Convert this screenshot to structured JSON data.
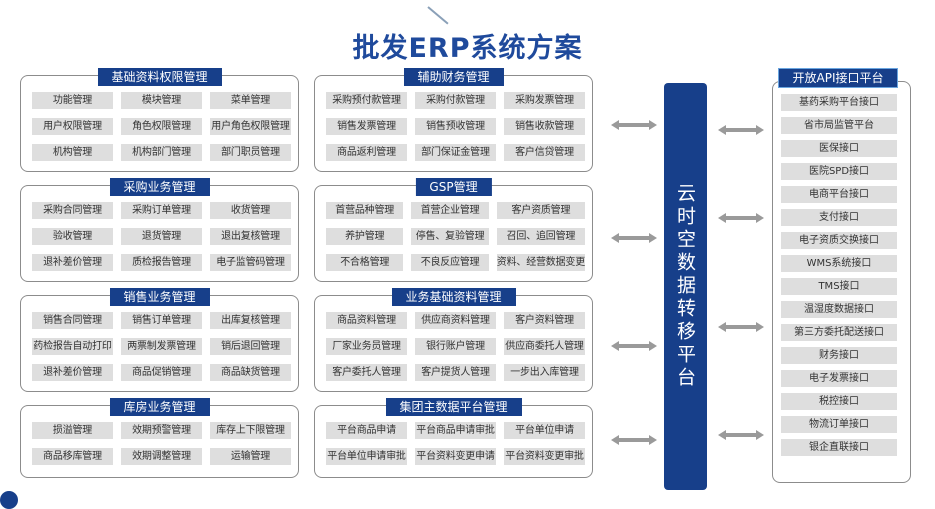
{
  "title": "批发ERP系统方案",
  "left_panels": [
    {
      "header": "基础资料权限管理",
      "items": [
        "功能管理",
        "模块管理",
        "菜单管理",
        "用户权限管理",
        "角色权限管理",
        "用户角色权限管理",
        "机构管理",
        "机构部门管理",
        "部门职员管理"
      ]
    },
    {
      "header": "采购业务管理",
      "items": [
        "采购合同管理",
        "采购订单管理",
        "收货管理",
        "验收管理",
        "退货管理",
        "退出复核管理",
        "退补差价管理",
        "质检报告管理",
        "电子监管码管理"
      ]
    },
    {
      "header": "销售业务管理",
      "items": [
        "销售合同管理",
        "销售订单管理",
        "出库复核管理",
        "药检报告自动打印",
        "两票制发票管理",
        "销后退回管理",
        "退补差价管理",
        "商品促销管理",
        "商品缺货管理"
      ]
    },
    {
      "header": "库房业务管理",
      "items": [
        "损溢管理",
        "效期预警管理",
        "库存上下限管理",
        "商品移库管理",
        "效期调整管理",
        "运输管理"
      ]
    }
  ],
  "mid_panels": [
    {
      "header": "辅助财务管理",
      "items": [
        "采购预付款管理",
        "采购付款管理",
        "采购发票管理",
        "销售发票管理",
        "销售预收管理",
        "销售收款管理",
        "商品返利管理",
        "部门保证金管理",
        "客户信贷管理"
      ]
    },
    {
      "header": "GSP管理",
      "items": [
        "首营品种管理",
        "首营企业管理",
        "客户资质管理",
        "养护管理",
        "停售、复验管理",
        "召回、追回管理",
        "不合格管理",
        "不良反应管理",
        "资料、经营数据变更"
      ]
    },
    {
      "header": "业务基础资料管理",
      "items": [
        "商品资料管理",
        "供应商资料管理",
        "客户资料管理",
        "厂家业务员管理",
        "银行账户管理",
        "供应商委托人管理",
        "客户委托人管理",
        "客户提货人管理",
        "一步出入库管理"
      ]
    },
    {
      "header": "集团主数据平台管理",
      "items": [
        "平台商品申请",
        "平台商品申请审批",
        "平台单位申请",
        "平台单位申请审批",
        "平台资料变更申请",
        "平台资料变更审批"
      ]
    }
  ],
  "cloud_platform": "云时空数据转移平台",
  "api": {
    "header": "开放API接口平台",
    "items": [
      "基药采购平台接口",
      "省市局监管平台",
      "医保接口",
      "医院SPD接口",
      "电商平台接口",
      "支付接口",
      "电子资质交换接口",
      "WMS系统接口",
      "TMS接口",
      "温湿度数据接口",
      "第三方委托配送接口",
      "财务接口",
      "电子发票接口",
      "税控接口",
      "物流订单接口",
      "银企直联接口"
    ]
  },
  "colors": {
    "accent": "#173f8a",
    "title": "#1f4a9c",
    "cell": "#dedede",
    "arrow": "#9a9a9a"
  }
}
